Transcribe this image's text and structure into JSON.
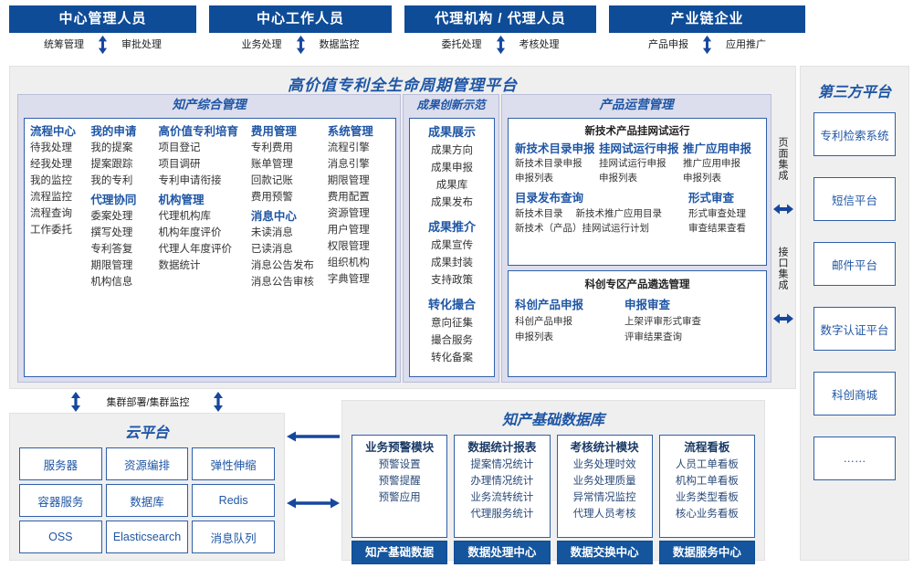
{
  "roles": [
    {
      "title": "中心管理人员",
      "left": "统筹管理",
      "right": "审批处理"
    },
    {
      "title": "中心工作人员",
      "left": "业务处理",
      "right": "数据监控"
    },
    {
      "title": "代理机构 / 代理人员",
      "left": "委托处理",
      "right": "考核处理"
    },
    {
      "title": "产业链企业",
      "left": "产品申报",
      "right": "应用推广"
    }
  ],
  "platform": {
    "title": "高价值专利全生命周期管理平台",
    "sections": {
      "ipm": {
        "title": "知产综合管理",
        "columns": [
          {
            "groups": [
              {
                "head": "流程中心",
                "items": [
                  "待我处理",
                  "经我处理",
                  "我的监控",
                  "流程监控",
                  "流程查询",
                  "工作委托"
                ]
              }
            ]
          },
          {
            "groups": [
              {
                "head": "我的申请",
                "items": [
                  "我的提案",
                  "提案跟踪",
                  "我的专利"
                ]
              },
              {
                "head": "代理协同",
                "items": [
                  "委案处理",
                  "撰写处理",
                  "专利答复",
                  "期限管理",
                  "机构信息"
                ]
              }
            ]
          },
          {
            "groups": [
              {
                "head": "高价值专利培育",
                "items": [
                  "项目登记",
                  "项目调研",
                  "专利申请衔接"
                ]
              },
              {
                "head": "机构管理",
                "items": [
                  "代理机构库",
                  "机构年度评价",
                  "代理人年度评价",
                  "数据统计"
                ]
              }
            ]
          },
          {
            "groups": [
              {
                "head": "费用管理",
                "items": [
                  "专利费用",
                  "账单管理",
                  "回款记账",
                  "费用预警"
                ]
              },
              {
                "head": "消息中心",
                "items": [
                  "未读消息",
                  "已读消息",
                  "消息公告发布",
                  "消息公告审核"
                ]
              }
            ]
          },
          {
            "groups": [
              {
                "head": "系统管理",
                "items": [
                  "流程引擎",
                  "消息引擎",
                  "期限管理",
                  "费用配置",
                  "资源管理",
                  "用户管理",
                  "权限管理",
                  "组织机构",
                  "字典管理"
                ]
              }
            ]
          }
        ]
      },
      "innovation": {
        "title": "成果创新示范",
        "groups": [
          {
            "head": "成果展示",
            "items": [
              "成果方向",
              "成果申报",
              "成果库",
              "成果发布"
            ]
          },
          {
            "head": "成果推介",
            "items": [
              "成果宣传",
              "成果封装",
              "支持政策"
            ]
          },
          {
            "head": "转化撮合",
            "items": [
              "意向征集",
              "撮合服务",
              "转化备案"
            ]
          }
        ]
      },
      "product": {
        "title": "产品运营管理",
        "box1": {
          "subtitle": "新技术产品挂网试运行",
          "row1": [
            {
              "head": "新技术目录申报",
              "items": [
                "新技术目录申报",
                "申报列表"
              ]
            },
            {
              "head": "挂网试运行申报",
              "items": [
                "挂网试运行申报",
                "申报列表"
              ]
            },
            {
              "head": "推广应用申报",
              "items": [
                "推广应用申报",
                "申报列表"
              ]
            }
          ],
          "row2": [
            {
              "head": "目录发布查询",
              "items": [
                "新技术目录",
                "新技术推广应用目录",
                "新技术（产品）挂网试运行计划"
              ]
            },
            {
              "head": "形式审查",
              "items": [
                "形式审查处理",
                "审查结果查看"
              ]
            }
          ]
        },
        "box2": {
          "subtitle": "科创专区产品遴选管理",
          "cols": [
            {
              "head": "科创产品申报",
              "items": [
                "科创产品申报",
                "申报列表"
              ]
            },
            {
              "head": "申报审查",
              "items": [
                "上架评审形式审查",
                "评审结果查询"
              ]
            }
          ]
        }
      }
    }
  },
  "integration": {
    "page_label": "页面集成",
    "api_label": "接口集成"
  },
  "third_party": {
    "title": "第三方平台",
    "items": [
      "专利检索系统",
      "短信平台",
      "邮件平台",
      "数字认证平台",
      "科创商城",
      "……"
    ]
  },
  "deploy_label": "集群部署/集群监控",
  "cloud": {
    "title": "云平台",
    "cells": [
      "服务器",
      "资源编排",
      "弹性伸缩",
      "容器服务",
      "数据库",
      "Redis",
      "OSS",
      "Elasticsearch",
      "消息队列"
    ]
  },
  "database": {
    "title": "知产基础数据库",
    "columns": [
      {
        "head": "业务预警模块",
        "items": [
          "预警设置",
          "预警提醒",
          "预警应用"
        ],
        "foot": "知产基础数据"
      },
      {
        "head": "数据统计报表",
        "items": [
          "提案情况统计",
          "办理情况统计",
          "业务流转统计",
          "代理服务统计"
        ],
        "foot": "数据处理中心"
      },
      {
        "head": "考核统计模块",
        "items": [
          "业务处理时效",
          "业务处理质量",
          "异常情况监控",
          "代理人员考核"
        ],
        "foot": "数据交换中心"
      },
      {
        "head": "流程看板",
        "items": [
          "人员工单看板",
          "机构工单看板",
          "业务类型看板",
          "核心业务看板"
        ],
        "foot": "数据服务中心"
      }
    ]
  },
  "colors": {
    "dark_blue": "#0e4c97",
    "accent_blue": "#1f56a5",
    "band": "#dcdded",
    "panel_bg": "#efefef"
  }
}
